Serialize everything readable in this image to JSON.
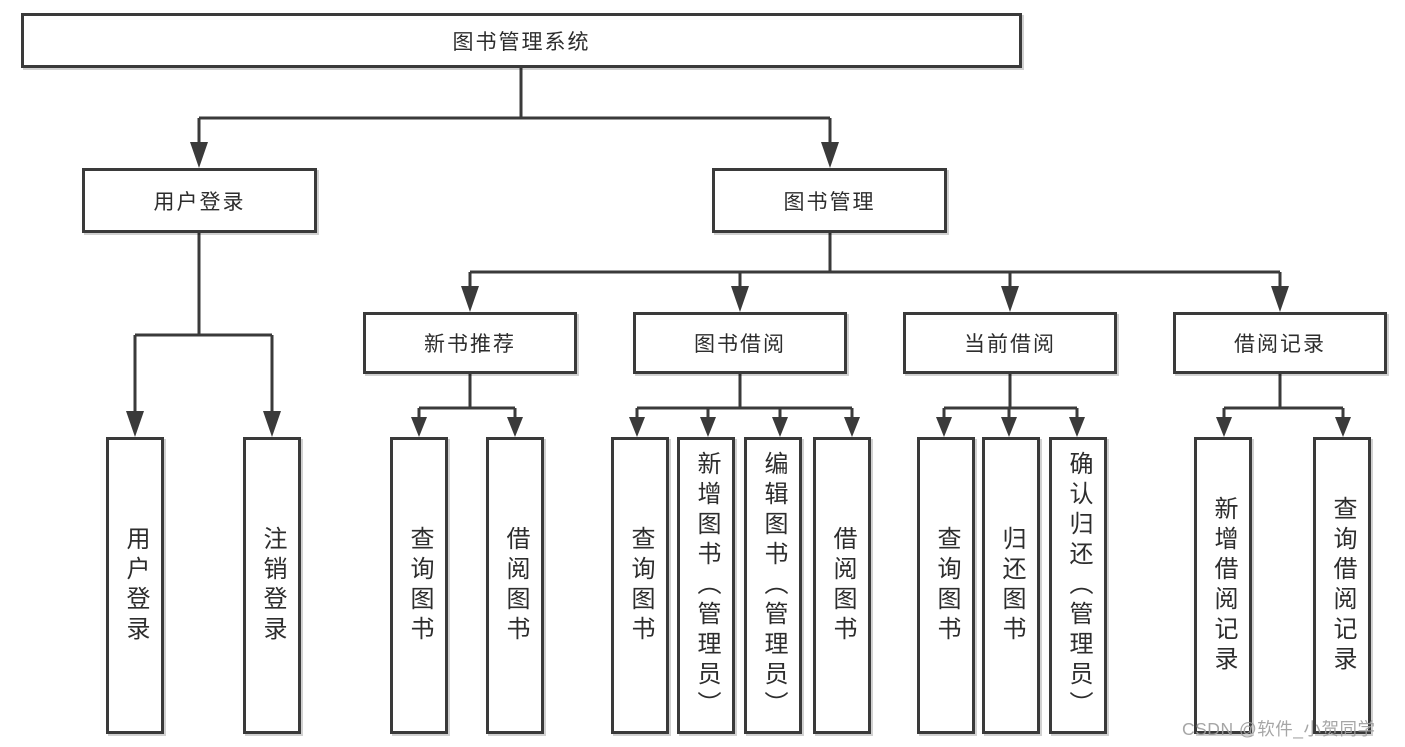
{
  "diagram": {
    "root": {
      "label": "图书管理系统"
    },
    "level2": [
      {
        "label": "用户登录"
      },
      {
        "label": "图书管理"
      }
    ],
    "level3": [
      {
        "label": "新书推荐"
      },
      {
        "label": "图书借阅"
      },
      {
        "label": "当前借阅"
      },
      {
        "label": "借阅记录"
      }
    ],
    "leaves": {
      "user_login": [
        "用户登录",
        "注销登录"
      ],
      "new_book": [
        "查询图书",
        "借阅图书"
      ],
      "borrow": [
        "查询图书",
        "新增图书（管理员）",
        "编辑图书（管理员）",
        "借阅图书"
      ],
      "current": [
        "查询图书",
        "归还图书",
        "确认归还（管理员）"
      ],
      "records": [
        "新增借阅记录",
        "查询借阅记录"
      ]
    }
  },
  "watermark": "CSDN @软件_小贺同学",
  "colors": {
    "line": "#3a3a3a",
    "text": "#2d2d2d",
    "watermark": "#9e9e9e",
    "background": "#ffffff"
  }
}
